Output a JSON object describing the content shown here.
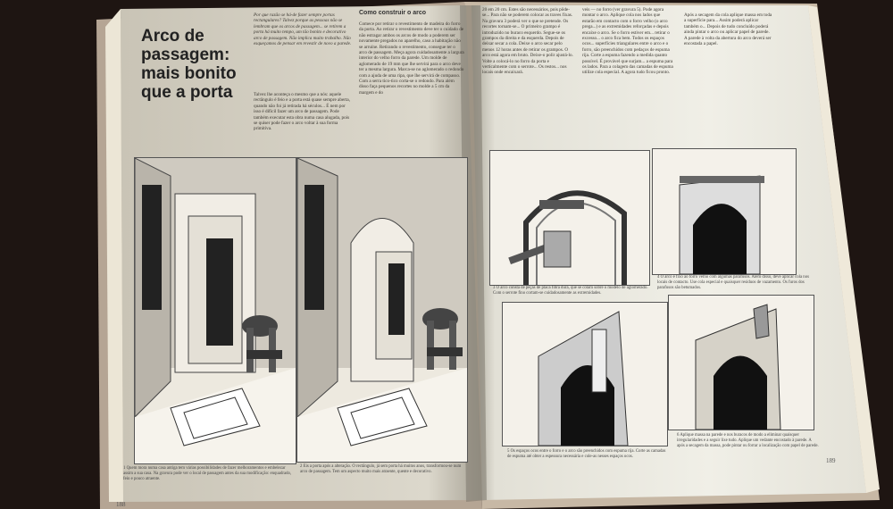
{
  "book": {
    "left_page": {
      "title": "Arco de\npassagem:\nmais bonito\nque a porta",
      "intro": "Por que razão se há-de fazer sempre portas rectangulares? Talvez porque as pessoas não se lembram que os arcos de passagem... se retirem a porta há muito tempo, um tão bonito e decorativo arco de passagem. Não implica muito trabalho. Não esqueçamos de pensar em revestir de novo a parede.",
      "body": "Talvez lhe aconteça o mesmo que a nós: aquele rectângulo é feio e a porta está quase sempre aberta, quando não foi já retirada há séculos... É nem por isso é difícil fazer um arco de passagem. Pode também executar esta obra numa casa alugada, pois se quiser pode fazer o arco voltar à sua forma primitiva.",
      "column_heading": "Como construir o arco",
      "column_text": "Comece por retirar o revestimento de madeira do forro da porta. Ao retirar o revestimento deve ter o cuidado de não estragar ambos os arcos de modo a poderem ser novamente pregados no aparelho, caso a habitação não se arruíne. Retirando o revestimento, consegue ter o arco de passagem. Meça agora cuidadosamente a largura interior do velho forro da parede. Um molde de aglomerado de 19 mm que lhe servirá para o arco deve ter a mesma largura. Marca-se no aglomerado o redondo com a ajuda de uma ripa, que lhe servirá de compasso. Com a serra tico-tico corta-se o redondo. Para além disso faça pequenos recortes no molde a 5 cm da margem e do ",
      "caption_1": "1 Quem mora numa casa antiga tem várias possibilidades de fazer melhoramentos e embelezar assim a sua casa. Na gravura pode ver o local de passagem antes da sua modificação: enquadrado, feio e pouco atraente.",
      "caption_2": "2 Eis a porta após a alteração. O rectângulo, já sem porta há muitos anos, transformou-se num arco de passagem. Tem um aspecto muito mais atraente, quente e decorativo.",
      "page_number": "188"
    },
    "right_page": {
      "col1": "20 em 20 cm. Estes são necessários, pois pôde-se... Para não se poderem colocar as traves fixas. Na gravura 3 poderá ver o que se pretende. Os recortes tornam-se... O primeiro grampo é introduzido no buraco esquerdo. Segue-se os grampos da direita e da esquerda. Depois de deixar secar a cola. Deixe o arco secar pelo menos 12 horas antes de retirar os grampos. O arco está agora em bruto. Deixe-o polir ajustá-lo. Volte a colocá-lo no forro da porta e verticalmente com o serrote... Os restos... nos locais onde encaixará.",
      "col2": "veis — no forro (ver gravura 5). Pode agora montar o arco. Aplique cola nos lados que estarão em contacto com o forro velho (o arco prega...) e as extremidades reforçadas e depois encaixe o arco. Se o forro estiver em... retirar o excesso... o arco fica bem. Todos os espaços ocos... superfícies triangulares entre o arco e o forro, são preenchidos com pedaços de espuma rija. Corte a espuma fazendo a medida quanto possível. É provável que surjam... a espuma para os lados. Para a colagem das camadas de espuma utilize cola especial. A agora tudo ficou pronto.",
      "col3": "Após a secagem da cola aplique massa em toda a superfície para... Assim poderá aplicar também o... Depois de tudo concluído poderá ainda pintar o arco ou aplicar papel de parede. A parede à volta da abertura do arco deverá ser encostada a papel.",
      "caption_3": "3 O arco consta de peças de placa fibra dura, que se colam sobre o modelo de aglomerado. Com o serrote fino cortam-se cuidadosamente as extremidades.",
      "caption_4": "4 O arco é fixo ao forro velho com algumas parafusos. Além disso, deve aplicar cola nos locais de contacto. Use cola especial e quaisquer residuos de vazamento. Os furos dos parafusos são betumados.",
      "caption_5": "5 Os espaços ocos entre o forro e o arco são preenchidos com espuma rija. Corte as camadas de espuma até obter a espessura necessária e cole-as nesses espaços ocos.",
      "caption_6": "6 Aplique massa na parede e nos buracos de modo a eliminar quaisquer irregularidades e a seguir lixe tudo. Aplique um vedante encostado à parede. A após a secagem da massa, pode pintar ou forrar a localização com papel de parede.",
      "page_number": "189"
    }
  },
  "colors": {
    "background": "#1e1512",
    "paper_left": "#d8d4c8",
    "paper_right": "#ecebe2",
    "ink": "#3a3630",
    "cover_edge": "#b8a99a"
  }
}
